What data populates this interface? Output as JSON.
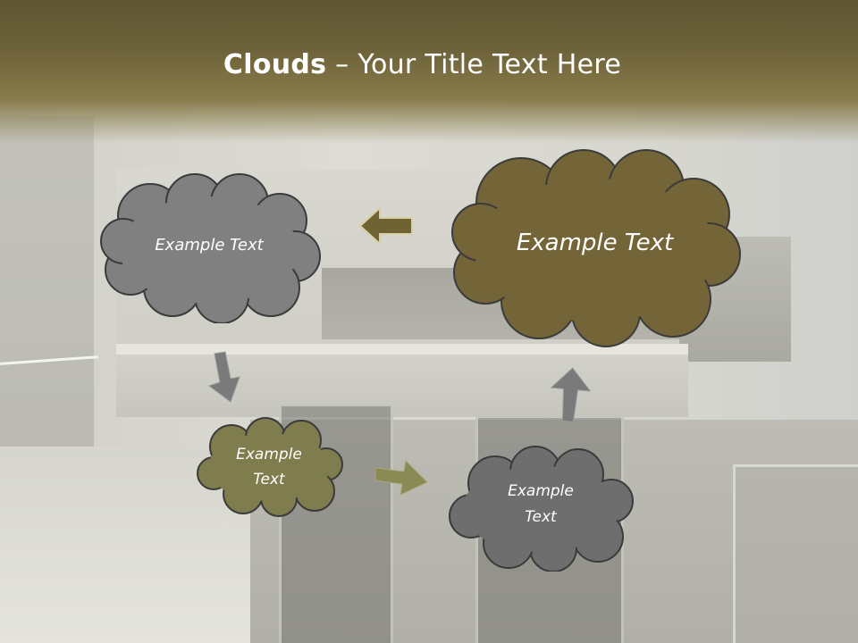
{
  "slide": {
    "title_bold": "Clouds",
    "title_dash": " – ",
    "title_rest": "Your Title Text Here"
  },
  "clouds": [
    {
      "id": "cloud-top-left",
      "text": "Example Text",
      "fill": "#808080"
    },
    {
      "id": "cloud-top-right",
      "text": "Example Text",
      "fill": "#746538"
    },
    {
      "id": "cloud-middle-left",
      "text_line1": "Example",
      "text_line2": "Text",
      "fill": "#7f7c4e"
    },
    {
      "id": "cloud-bottom-right",
      "text_line1": "Example",
      "text_line2": "Text",
      "fill": "#6e6e6e"
    }
  ],
  "colors": {
    "header_dark": "#5e5532",
    "cloud_outline": "#3b3b3b",
    "arrow_olive": "#8a8a55",
    "arrow_gray": "#7a7a7a",
    "arrow_brown": "#6f6334"
  }
}
